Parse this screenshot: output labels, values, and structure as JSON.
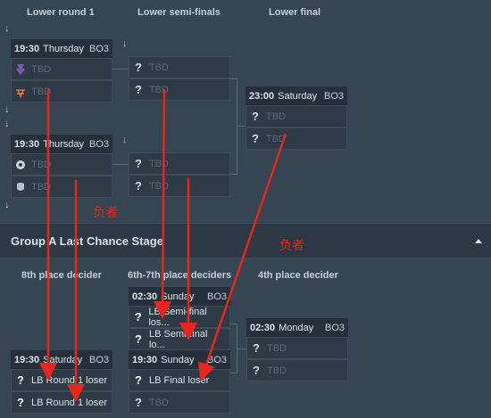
{
  "upper_section": {
    "round_titles": [
      "Lower round 1",
      "Lower semi-finals",
      "Lower final"
    ],
    "matches": {
      "r1_m1": {
        "time": "19:30",
        "day": "Thursday",
        "format": "BO3",
        "team1": "TBD",
        "team2": "TBD"
      },
      "r1_m2": {
        "time": "19:30",
        "day": "Thursday",
        "format": "BO3",
        "team1": "TBD",
        "team2": "TBD"
      },
      "sf_m1": {
        "team1": "TBD",
        "team2": "TBD"
      },
      "sf_m2": {
        "team1": "TBD",
        "team2": "TBD"
      },
      "final": {
        "time": "23:00",
        "day": "Saturday",
        "format": "BO3",
        "team1": "TBD",
        "team2": "TBD"
      }
    }
  },
  "group_stage": {
    "title": "Group A Last Chance Stage",
    "round_titles": [
      "8th place decider",
      "6th-7th place deciders",
      "4th place decider"
    ],
    "matches": {
      "p67_m1": {
        "time": "02:30",
        "day": "Sunday",
        "format": "BO3",
        "team1": "LB Semi-final los...",
        "team2": "LB Semi-final lo..."
      },
      "p67_m2": {
        "time": "19:30",
        "day": "Sunday",
        "format": "BO3",
        "team1": "LB Final loser",
        "team2": "TBD"
      },
      "p8": {
        "time": "19:30",
        "day": "Saturday",
        "format": "BO3",
        "team1": "LB Round 1 loser",
        "team2": "LB Round 1 loser"
      },
      "p4": {
        "time": "02:30",
        "day": "Monday",
        "format": "BO3",
        "team1": "TBD",
        "team2": "TBD"
      }
    }
  },
  "annotations": {
    "loser_label_1": "负者",
    "loser_label_2": "负者"
  },
  "colors": {
    "annotation_red": "#e8261c",
    "background": "#364553"
  },
  "unknown_glyph": "?"
}
